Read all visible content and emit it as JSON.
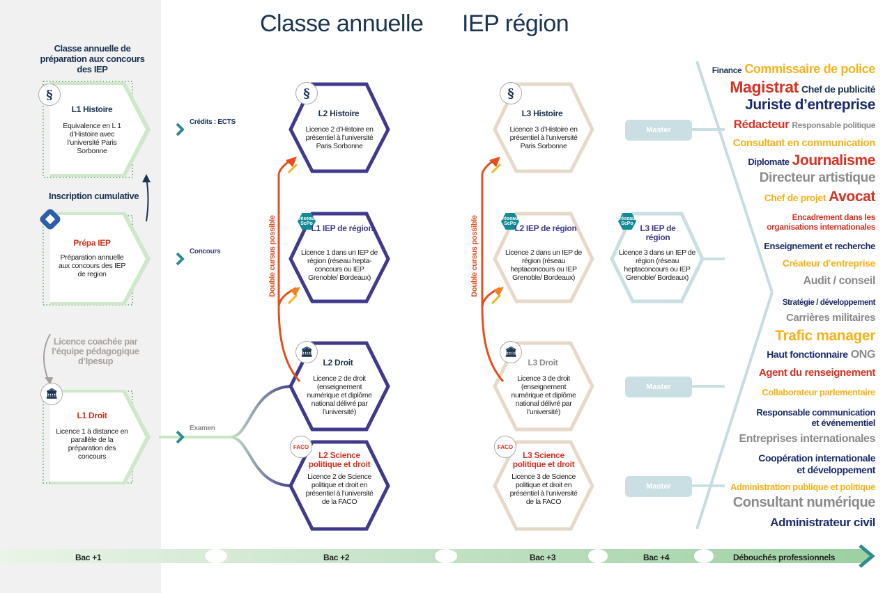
{
  "titles": {
    "left": "Classe annuelle",
    "right": "IEP région"
  },
  "colors": {
    "navy": "#1c3352",
    "purple": "#3f3a8c",
    "beige": "#e6d9c8",
    "lightblue": "#c9dfe3",
    "green": "#b9dbb4",
    "orange": "#e74e1e",
    "red": "#d43323",
    "yellow": "#f4b21b",
    "grey": "#8a8a8a",
    "teal": "#138a96"
  },
  "left": {
    "header": "Classe annuelle de préparation aux concours des IEP",
    "cumulative": "Inscription cumulative",
    "coached": "Licence coachée par l’équipe pédagogique d’Ipesup",
    "cards": [
      {
        "title": "L1 Histoire",
        "body": "Equivalence en L 1 d’Histoire avec l’université Paris Sorbonne",
        "icon": "sorbonne-icon",
        "tag": "Crédits : ECTS"
      },
      {
        "title": "Prépa IEP",
        "body": "Préparation annuelle aux concours des IEP de region",
        "icon": "ipesup-logo",
        "tag": "Concours"
      },
      {
        "title": "L1 Droit",
        "body": "Licence 1 à distance en parallèle de la préparation des concours",
        "icon": "building-icon",
        "tag": "Examen"
      }
    ]
  },
  "hex2": [
    {
      "title": "L2 Histoire",
      "body": "Licence 2 d’Histoire en présentiel à l’université Paris Sorbonne",
      "icon": "sorbonne-icon"
    },
    {
      "title": "L1 IEP de région",
      "body": "Licence 1 dans un IEP de région (réseau hepta-concours ou IEP Grenoble/ Bordeaux)",
      "icon": "scpo-icon"
    },
    {
      "title": "L2 Droit",
      "body": "Licence 2 de droit (enseignement numérique et diplôme national délivré par l’université)",
      "icon": "building-icon"
    },
    {
      "title": "L2 Science politique et droit",
      "body": "Licence 2 de Science politique et droit en présentiel à l’université de la FACO",
      "icon": "faco-icon"
    }
  ],
  "hex3": [
    {
      "title": "L3 Histoire",
      "body": "Licence 3 d’Histoire en présentiel à l’université Paris Sorbonne",
      "icon": "sorbonne-icon"
    },
    {
      "title": "L2 IEP de région",
      "body": "Licence 2 dans un IEP de région (réseau heptaconcours ou IEP Grenoble/ Bordeaux)",
      "icon": "scpo-icon"
    },
    {
      "title": "L3 Droit",
      "body": "Licence 3 de droit (enseignement numérique et diplôme national délivré par l’université)",
      "icon": "building-icon"
    },
    {
      "title": "L3 Science politique et droit",
      "body": "Licence 3 de Science politique et droit en présentiel à l’université de la FACO",
      "icon": "faco-icon"
    }
  ],
  "hex4": {
    "title": "L3 IEP de région",
    "body": "Licence 3 dans un IEP de région (réseau heptaconcours ou IEP Grenoble/ Bordeaux)",
    "icon": "scpo-icon"
  },
  "scpo_label": "réseau ScPo",
  "faco_label": "FACO",
  "double_cursus": "Double cursus possible",
  "master": "Master",
  "jobs": [
    {
      "a": "Finance",
      "b": "Commissaire de police"
    },
    {
      "a": "Magistrat",
      "b": "Chef de publicité"
    },
    {
      "a": "Juriste d’entreprise"
    },
    {
      "a": "Rédacteur",
      "b": "Responsable politique"
    },
    {
      "a": "Consultant en communication"
    },
    {
      "a": "Diplomate",
      "b": "Journalisme"
    },
    {
      "a": "Directeur artistique"
    },
    {
      "a": "Chef de projet",
      "b": "Avocat"
    },
    {
      "a": "Encadrement dans les",
      "b": "organisations internationales"
    },
    {
      "a": "Enseignement et recherche"
    },
    {
      "a": "Créateur d’entreprise"
    },
    {
      "a": "Audit / conseil"
    },
    {
      "a": "Stratégie / développement"
    },
    {
      "a": "Carrières militaires"
    },
    {
      "a": "Trafic manager"
    },
    {
      "a": "Haut fonctionnaire",
      "b": "ONG"
    },
    {
      "a": "Agent du renseignement"
    },
    {
      "a": "Collaborateur parlementaire"
    },
    {
      "a": "Responsable communication",
      "b": "et événementiel"
    },
    {
      "a": "Entreprises internationales"
    },
    {
      "a": "Coopération internationale",
      "b": "et développement"
    },
    {
      "a": "Administration publique et politique"
    },
    {
      "a": "Consultant numérique"
    },
    {
      "a": "Administrateur civil"
    }
  ],
  "timeline": [
    "Bac +1",
    "Bac +2",
    "Bac +3",
    "Bac +4",
    "Débouchés professionnels"
  ]
}
